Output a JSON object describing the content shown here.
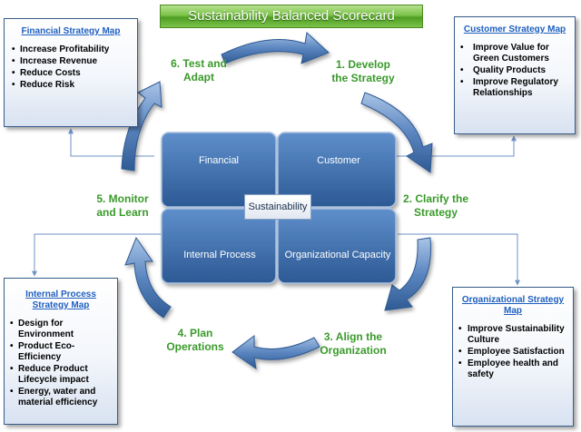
{
  "title": "Sustainability Balanced Scorecard",
  "maps": {
    "financial": {
      "title": "Financial Strategy Map",
      "items": [
        "Increase Profitability",
        "Increase Revenue",
        "Reduce Costs",
        "Reduce Risk"
      ]
    },
    "customer": {
      "title": "Customer Strategy Map",
      "items": [
        "Improve Value for Green Customers",
        "Quality Products",
        "Improve Regulatory Relationships"
      ]
    },
    "internal": {
      "title": "Internal Process Strategy Map",
      "items": [
        "Design for Environment",
        "Product Eco-Efficiency",
        "Reduce Product Lifecycle impact",
        "Energy, water and material efficiency"
      ]
    },
    "organizational": {
      "title": "Organizational Strategy Map",
      "items": [
        "Improve Sustainability Culture",
        "Employee Satisfaction",
        "Employee health and safety"
      ]
    }
  },
  "steps": {
    "step1": "1. Develop\nthe Strategy",
    "step2": "2. Clarify the\nStrategy",
    "step3": "3. Align the\nOrganization",
    "step4": "4. Plan\nOperations",
    "step5": "5. Monitor\nand Learn",
    "step6": "6. Test and\nAdapt"
  },
  "quadrants": {
    "financial": "Financial",
    "customer": "Customer",
    "internal": "Internal Process",
    "organizational": "Organizational Capacity"
  },
  "center": "Sustainability",
  "colors": {
    "title_green": "#5aab2e",
    "step_green": "#3a9a2b",
    "arrow_blue": "#4f81bd",
    "quadrant_blue": "#3f6fae",
    "map_title_blue": "#1f5fbf",
    "connector_blue": "#6f93c4"
  }
}
